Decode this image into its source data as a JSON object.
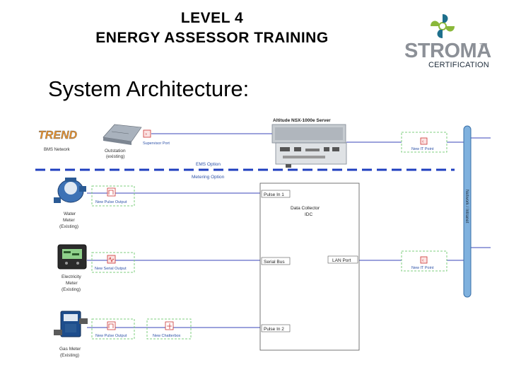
{
  "header": {
    "line1": "LEVEL 4",
    "line2": "ENERGY ASSESSOR TRAINING"
  },
  "logo": {
    "word": "STROMA",
    "tm": "TM",
    "subtitle": "CERTIFICATION"
  },
  "slide": {
    "title": "System Architecture:"
  },
  "diagram": {
    "trend_logo": "TREND",
    "bms_network": "BMS Network",
    "outstation": [
      "Outstation",
      "(existing)"
    ],
    "supervisor_port": "Supervisor Port",
    "server_label": "Altitude NSX-1000e Server",
    "new_it_point_top": "New IT Point",
    "ems_option": "EMS Option",
    "metering_option": "Metering Option",
    "network_bar": "Network / Intranet",
    "water_meter": [
      "Water",
      "Meter",
      "(Existing)"
    ],
    "new_pulse_output_1": "New Pulse Output",
    "pulse_in_1": "Pulse In 1",
    "data_collector": [
      "Data Collector",
      "IDC"
    ],
    "electricity_meter": [
      "Electricity",
      "Meter",
      "(Existing)"
    ],
    "new_serial_output": "New Serial Output",
    "serial_bus": "Serial Bus",
    "lan_port": "LAN Port",
    "new_it_point_mid": "New IT Point",
    "gas_meter": [
      "Gas Meter",
      "(Existing)"
    ],
    "new_pulse_output_2": "New Pulse Output",
    "new_chatterbox": "New Chatterbox",
    "pulse_in_2": "Pulse In 2"
  },
  "colors": {
    "line_blue": "#3a46b8",
    "dash_blue": "#1f3fbf",
    "box_green": "#7fcf7f",
    "label_blue": "#2e52a8",
    "bar_fill": "#7fb1de",
    "trend_orange": "#e8902a"
  }
}
